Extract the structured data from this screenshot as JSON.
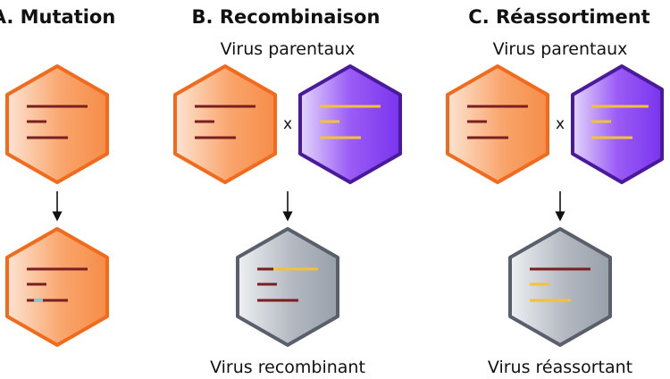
{
  "panels": {
    "mutation": {
      "title": "A. Mutation"
    },
    "recombination": {
      "title": "B. Recombinaison",
      "parents_label": "Virus parentaux",
      "cross_symbol": "x",
      "result_label": "Virus recombinant"
    },
    "reassortment": {
      "title": "C. Réassortiment",
      "parents_label": "Virus parentaux",
      "cross_symbol": "x",
      "result_label": "Virus réassortant"
    }
  },
  "colors": {
    "orange_virus_fill": "#f7a26a",
    "orange_virus_stroke": "#f26a1b",
    "purple_virus_fill": "#8a4cf2",
    "purple_virus_stroke": "#4a1a9c",
    "gray_virus_fill": "#a6acb6",
    "gray_virus_stroke": "#5a606b",
    "segment_dark_red": "#7a1f1f",
    "segment_yellow": "#f2c238",
    "mutation_mark": "#7fc7d9"
  }
}
